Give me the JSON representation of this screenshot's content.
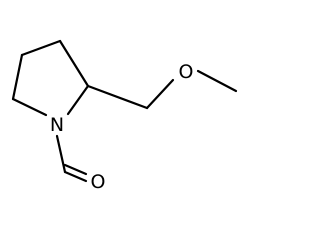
{
  "molecule": {
    "atoms": {
      "nitrogen": "N",
      "carbonyl_oxygen": "O",
      "ether_oxygen": "O"
    },
    "bond_color": "#000000",
    "background_color": "#ffffff"
  }
}
